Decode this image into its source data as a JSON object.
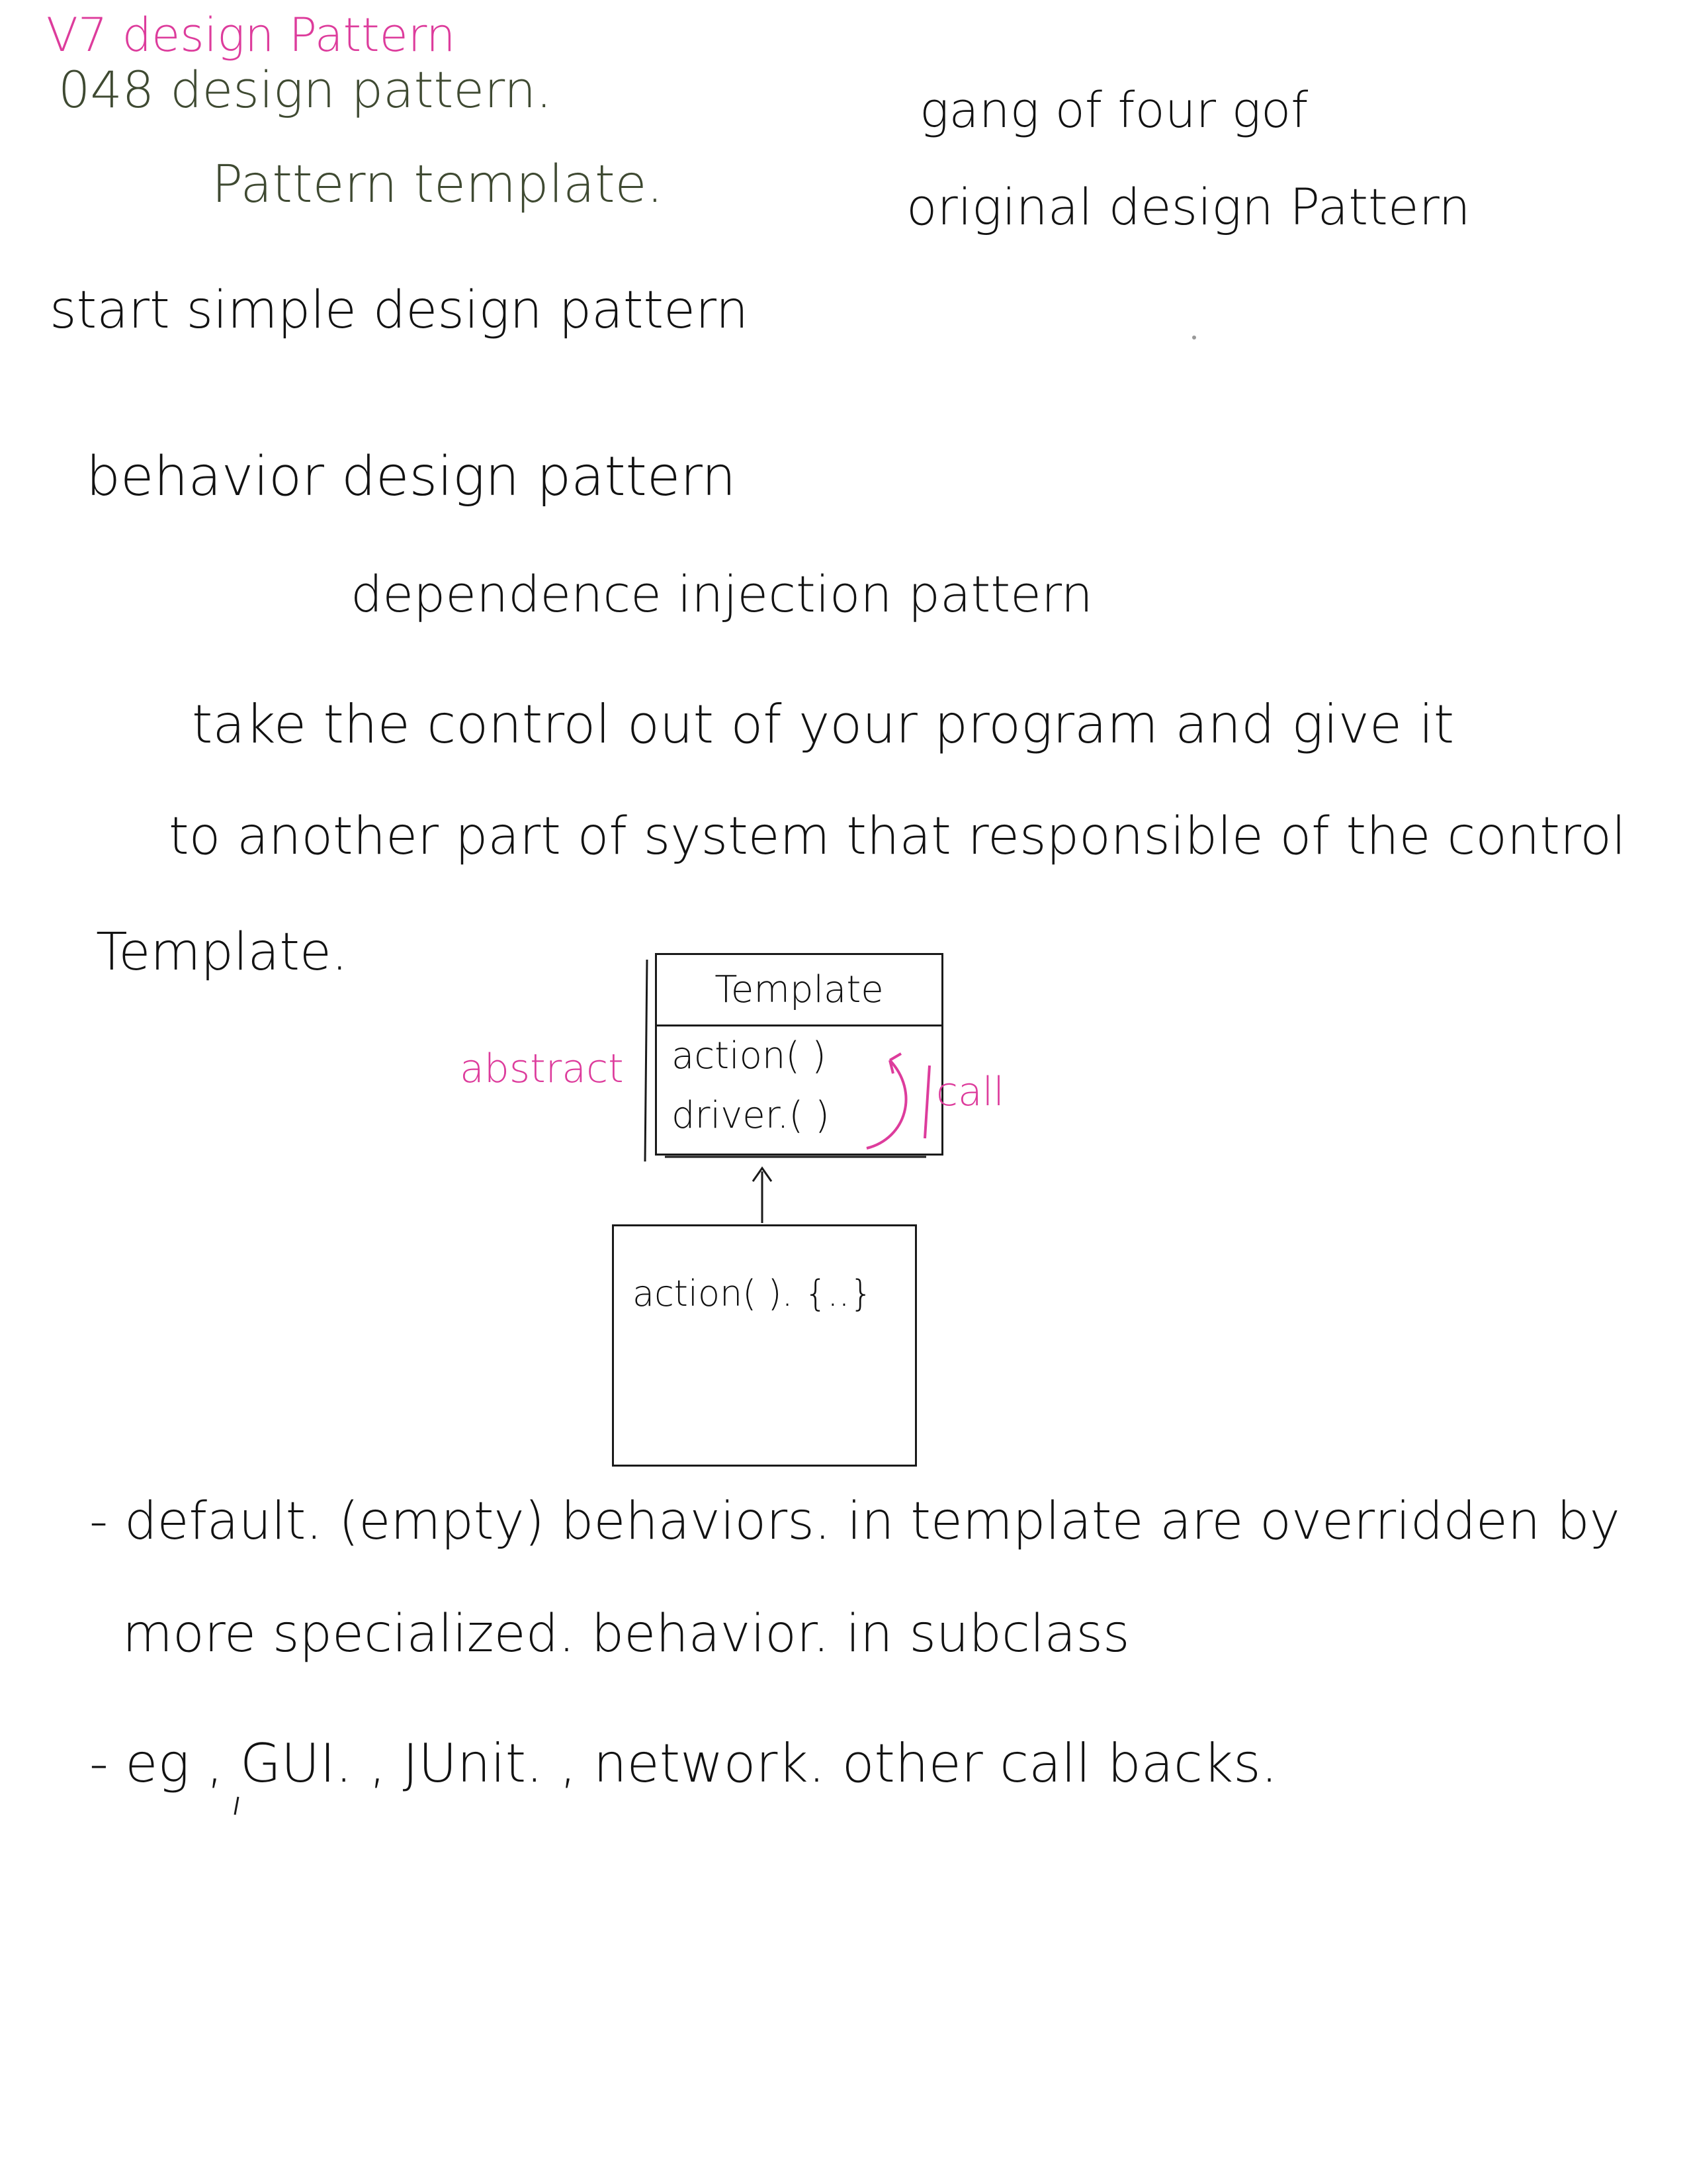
{
  "header": {
    "v7": "V7 design Pattern",
    "lesson": "048 design pattern.",
    "subtitle": "Pattern template."
  },
  "gof": {
    "line1": "gang of four gof",
    "line2": "original design Pattern"
  },
  "body": {
    "start": "start simple design pattern",
    "behavior": "behavior design pattern",
    "dependence": "dependence injection pattern",
    "take": "take the control out of your program and give it",
    "to_another": "to another part of system that responsible of the control",
    "template_heading": "Template."
  },
  "diagram": {
    "abstract_label": "abstract",
    "call_label": "call",
    "class_name": "Template",
    "method1": "action( )",
    "method2": "driver.( )",
    "subclass_method": "action( ). {..}"
  },
  "notes": {
    "default_line1": "- default. (empty) behaviors. in template are overridden by",
    "default_line2": "more specialized. behavior. in subclass",
    "eg": "- eg , GUI. , JUnit. , network. other call backs."
  },
  "colors": {
    "pink_ink": "#dd3c9c",
    "olive_ink": "#3f4a32",
    "black_ink": "#121212"
  }
}
